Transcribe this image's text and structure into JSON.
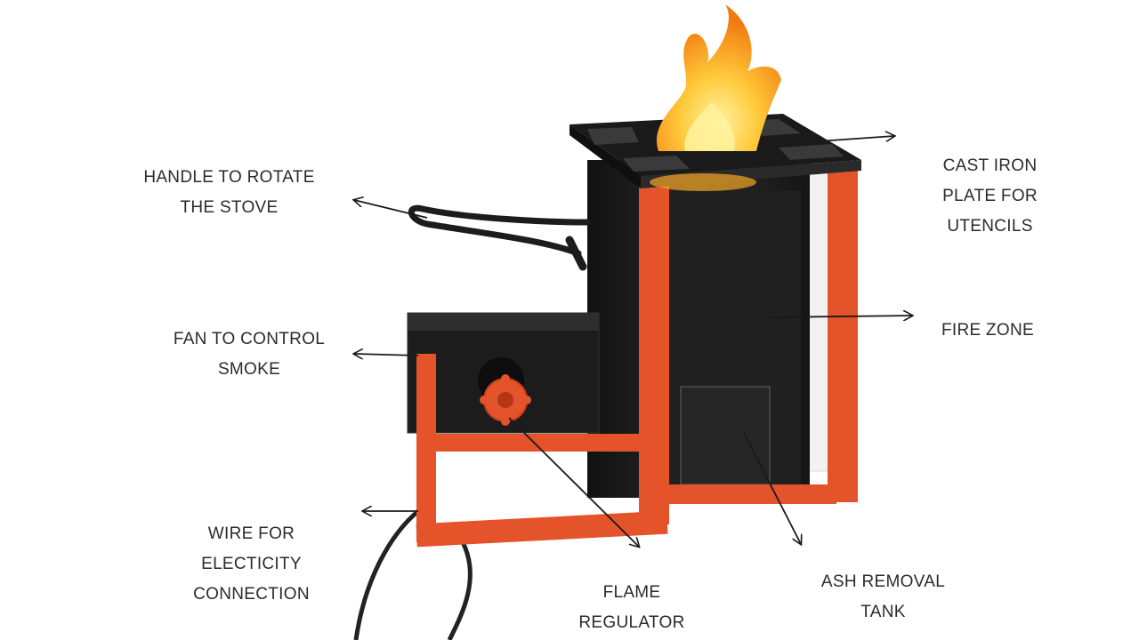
{
  "labels": {
    "handle": [
      "HANDLE TO ROTATE",
      "THE STOVE"
    ],
    "fan": [
      "FAN TO CONTROL",
      "SMOKE"
    ],
    "wire": [
      "WIRE FOR",
      "ELECTICITY",
      "CONNECTION"
    ],
    "flame_regulator": [
      "FLAME",
      "REGULATOR"
    ],
    "ash_tank": [
      "ASH REMOVAL",
      "TANK"
    ],
    "fire_zone": [
      "FIRE ZONE"
    ],
    "cast_iron": [
      "CAST IRON",
      "PLATE FOR",
      "UTENCILS"
    ]
  },
  "colors": {
    "frame": "#e4532a",
    "body": "#1c1c1c",
    "body_highlight": "#3a3a3a",
    "flame_outer": "#f5a623",
    "flame_inner": "#ffd84a",
    "arrow": "#1a1a1a",
    "text": "#2b2b2b"
  }
}
